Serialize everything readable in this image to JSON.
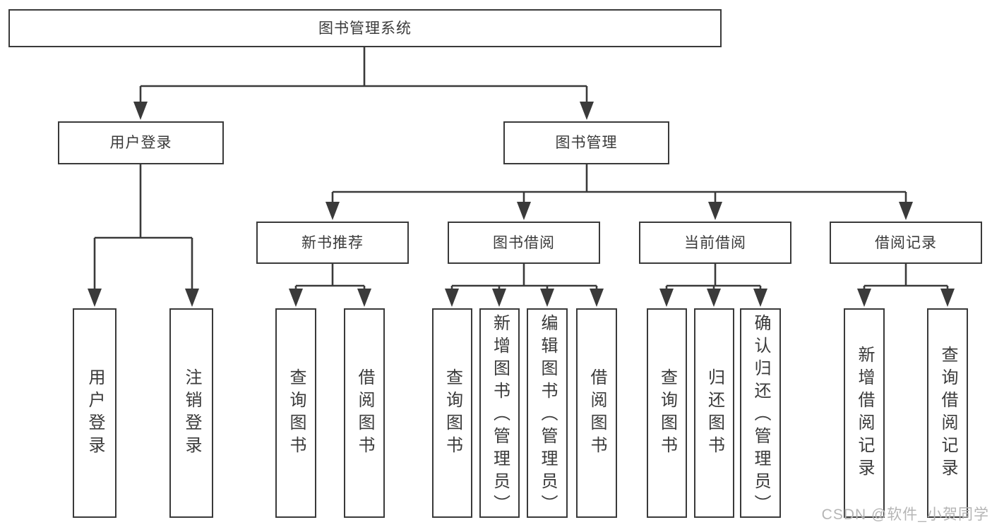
{
  "diagram": {
    "root": {
      "label": "图书管理系统"
    },
    "branches": [
      {
        "label": "用户登录",
        "children": [
          {
            "label": "用户登录"
          },
          {
            "label": "注销登录"
          }
        ]
      },
      {
        "label": "图书管理",
        "groups": [
          {
            "label": "新书推荐",
            "children": [
              {
                "label": "查询图书"
              },
              {
                "label": "借阅图书"
              }
            ]
          },
          {
            "label": "图书借阅",
            "children": [
              {
                "label": "查询图书"
              },
              {
                "label": "新增图书（管理员）"
              },
              {
                "label": "编辑图书（管理员）"
              },
              {
                "label": "借阅图书"
              }
            ]
          },
          {
            "label": "当前借阅",
            "children": [
              {
                "label": "查询图书"
              },
              {
                "label": "归还图书"
              },
              {
                "label": "确认归还（管理员）"
              }
            ]
          },
          {
            "label": "借阅记录",
            "children": [
              {
                "label": "新增借阅记录"
              },
              {
                "label": "查询借阅记录"
              }
            ]
          }
        ]
      }
    ],
    "watermark": "CSDN @软件_小贺同学",
    "colors": {
      "line": "#3a3a3a",
      "border": "#3a3a3a",
      "text": "#3a3a3a",
      "watermark": "#b5b5b5",
      "background": "#ffffff"
    }
  }
}
